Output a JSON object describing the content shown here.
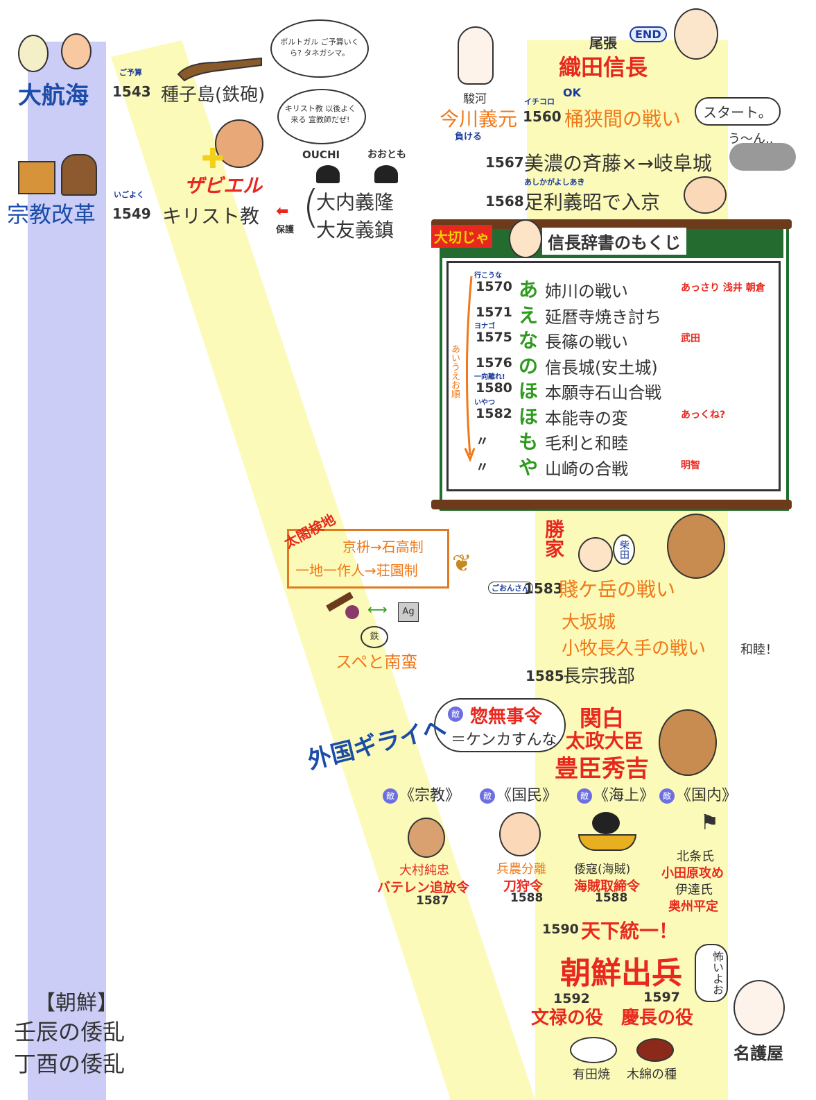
{
  "colors": {
    "band_purple": "#cbcdf7",
    "band_yellow": "#fbfab8",
    "red": "#e8281e",
    "orange": "#f07818",
    "blue": "#1a4ca8",
    "green": "#2e9a1e",
    "enemy": "#6d6fe0",
    "scroll_green": "#236b2f"
  },
  "left": {
    "age_of_discovery": "大航海",
    "reformation": "宗教改革",
    "korea_header": "【朝鮮】",
    "imjin": "壬辰の倭乱",
    "jeongyu": "丁酉の倭乱"
  },
  "tanegashima": {
    "ruby": "ご予算",
    "year": "1543",
    "text": "種子島(鉄砲)",
    "bubble": "ポルトガル ご予算いくら? タネガシマ。"
  },
  "xavier": {
    "name": "ザビエル",
    "ruby": "いごよく",
    "year": "1549",
    "text": "キリスト教",
    "bubble": "キリスト教 以後よく来る 宣教師だぜ!",
    "protect": "保護",
    "ouchi": "OUCHI",
    "ootomo": "おおとも",
    "daimyo1": "大内義隆",
    "daimyo2": "大友義鎮"
  },
  "nobunaga": {
    "owari": "尾張",
    "end": "END",
    "name": "織田信長",
    "suruga": "駿河",
    "imagawa": "今川義元",
    "imagawa_note": "負ける",
    "ruby_1560": "イチコロ",
    "ok": "OK",
    "y1560": "1560",
    "okehazama": "桶狭間の戦い",
    "start": "スタート。",
    "y1567": "1567",
    "mino": "美濃の斉藤×→岐阜城",
    "uun": "う〜ん..",
    "y1568": "1568",
    "ruby_1568": "あしかがよしあき",
    "ashikaga": "足利義昭で入京"
  },
  "scroll": {
    "stamp": "大切じゃ",
    "title": "信長辞書のもくじ",
    "side_note": "あいうえお順",
    "items": [
      {
        "ruby": "行こうな",
        "year": "1570",
        "kana": "あ",
        "text": "姉川の戦い",
        "note": "あっさり 浅井 朝倉"
      },
      {
        "ruby": "",
        "year": "1571",
        "kana": "え",
        "text": "延暦寺焼き討ち",
        "note": ""
      },
      {
        "ruby": "ヨナゴ",
        "year": "1575",
        "kana": "な",
        "text": "長篠の戦い",
        "note": "武田"
      },
      {
        "ruby": "",
        "year": "1576",
        "kana": "の",
        "text": "信長城(安土城)",
        "note": ""
      },
      {
        "ruby": "一向離れ!",
        "year": "1580",
        "kana": "ほ",
        "text": "本願寺石山合戦",
        "note": ""
      },
      {
        "ruby": "いやつ",
        "year": "1582",
        "kana": "ほ",
        "text": "本能寺の変",
        "note": "あっくね?"
      },
      {
        "ruby": "",
        "year": "〃",
        "kana": "も",
        "text": "毛利と和睦",
        "note": ""
      },
      {
        "ruby": "",
        "year": "〃",
        "kana": "や",
        "text": "山崎の合戦",
        "note": "明智"
      }
    ]
  },
  "taiko": {
    "title": "太閤検地",
    "line1": "京枡→石高制",
    "line2": "一地一作人→荘園制",
    "currency_note": "スペと南蛮"
  },
  "hideyoshi": {
    "katsuie": "勝家",
    "shibata": "柴田",
    "ruby_1583": "ごおんさん",
    "y1583": "1583",
    "shizugatake": "賤ケ岳の戦い",
    "osaka": "大坂城",
    "komaki": "小牧長久手の戦い",
    "wabok": "和睦！",
    "y1585": "1585",
    "chosokabe": "長宗我部",
    "anti_foreign": "外国ギライへ",
    "sobuji": "惣無事令",
    "kenka": "＝ケンカすんな",
    "kanpaku": "関白",
    "dajo": "太政大臣",
    "name": "豊臣秀吉",
    "teki": "敵",
    "enemy_religion": "《宗教》",
    "enemy_people": "《国民》",
    "enemy_sea": "《海上》",
    "enemy_domestic": "《国内》"
  },
  "edicts": [
    {
      "sub": "大村純忠",
      "title": "バテレン追放令",
      "year": "1587"
    },
    {
      "sub": "兵農分離",
      "title": "刀狩令",
      "year": "1588"
    },
    {
      "sub": "倭寇(海賊)",
      "title": "海賊取締令",
      "year": "1588"
    },
    {
      "sub": "北条氏",
      "title": "小田原攻め",
      "sub2": "伊達氏",
      "title2": "奥州平定"
    }
  ],
  "unification": {
    "year": "1590",
    "text": "天下統一！",
    "korea": "朝鮮出兵",
    "y1592": "1592",
    "bunroku": "文禄の役",
    "y1597": "1597",
    "keicho": "慶長の役",
    "arita": "有田焼",
    "cotton": "木綿の種",
    "nagoya": "名護屋",
    "fear": "怖いよお"
  }
}
